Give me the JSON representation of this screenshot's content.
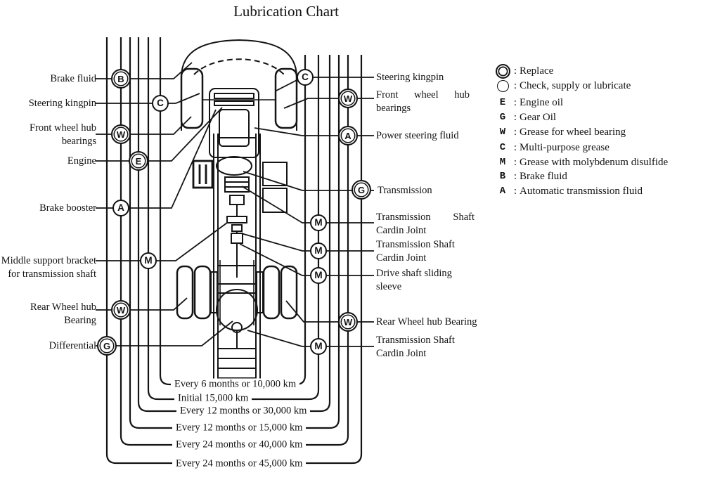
{
  "title": "Lubrication Chart",
  "legend": {
    "colon": ":",
    "replace": {
      "icon": "double-circle",
      "label": "Replace"
    },
    "check": {
      "icon": "single-circle",
      "label": "Check, supply or lubricate"
    },
    "items": [
      {
        "code": "E",
        "label": "Engine oil"
      },
      {
        "code": "G",
        "label": "Gear Oil"
      },
      {
        "code": "W",
        "label": "Grease for wheel bearing"
      },
      {
        "code": "C",
        "label": "Multi-purpose grease"
      },
      {
        "code": "M",
        "label": "Grease with molybdenum disulfide"
      },
      {
        "code": "B",
        "label": "Brake fluid"
      },
      {
        "code": "A",
        "label": "Automatic transmission fluid"
      }
    ]
  },
  "left_points": [
    {
      "label": "Brake fluid",
      "code": "B",
      "ring": "double"
    },
    {
      "label": "Steering kingpin",
      "code": "C",
      "ring": "single"
    },
    {
      "label": "Front wheel hub bearings",
      "code": "W",
      "ring": "double"
    },
    {
      "label": "Engine",
      "code": "E",
      "ring": "double"
    },
    {
      "label": "Brake booster",
      "code": "A",
      "ring": "single"
    },
    {
      "label": "Middle support bracket for transmission shaft",
      "code": "M",
      "ring": "single"
    },
    {
      "label": "Rear Wheel hub Bearing",
      "code": "W",
      "ring": "double"
    },
    {
      "label": "Differential",
      "code": "G",
      "ring": "double"
    }
  ],
  "right_points": [
    {
      "label": "Steering kingpin",
      "code": "C",
      "ring": "single"
    },
    {
      "label": "Front wheel hub bearings",
      "code": "W",
      "ring": "double"
    },
    {
      "label": "Power steering fluid",
      "code": "A",
      "ring": "double"
    },
    {
      "label": "Transmission",
      "code": "G",
      "ring": "double"
    },
    {
      "label": "Transmission Shaft Cardin Joint",
      "code": "M",
      "ring": "single"
    },
    {
      "label": "Transmission Shaft Cardin Joint",
      "code": "M",
      "ring": "single"
    },
    {
      "label": "Drive shaft sliding sleeve",
      "code": "M",
      "ring": "single"
    },
    {
      "label": "Rear Wheel hub Bearing",
      "code": "W",
      "ring": "double"
    },
    {
      "label": "Transmission Shaft Cardin Joint",
      "code": "M",
      "ring": "single"
    }
  ],
  "intervals": [
    "Every 6 months or 10,000 km",
    "Initial 15,000 km",
    "Every 12 months or 30,000 km",
    "Every 12 months or 15,000 km",
    "Every 24 months or 40,000 km",
    "Every 24 months or 45,000 km"
  ]
}
